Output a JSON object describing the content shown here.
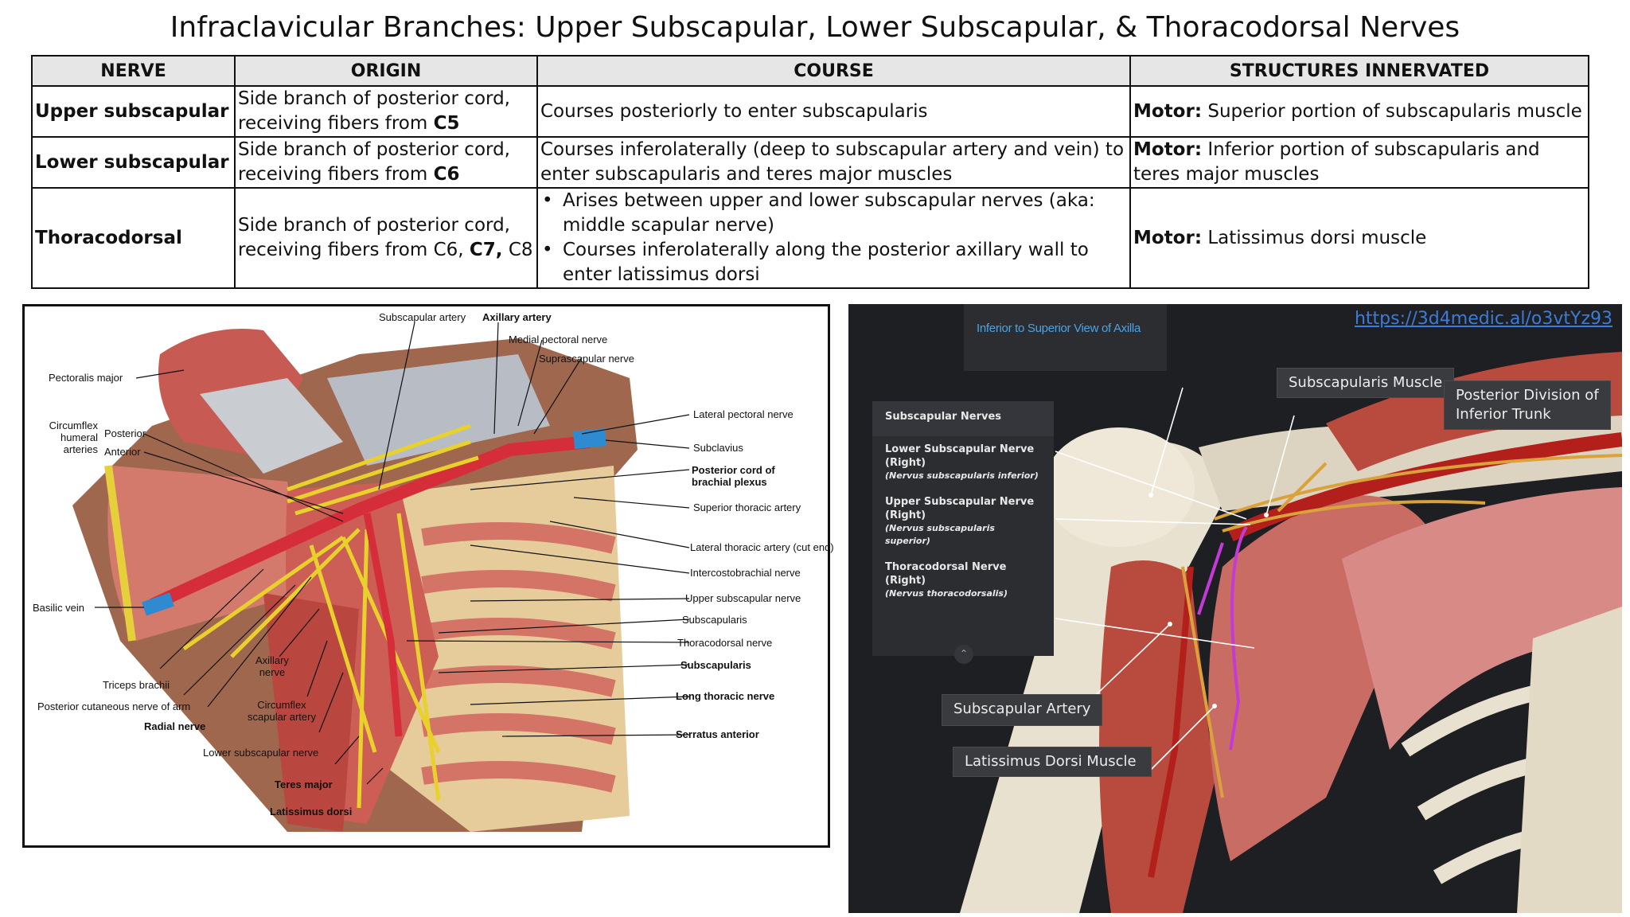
{
  "page": {
    "title": "Infraclavicular Branches: Upper Subscapular, Lower Subscapular, & Thoracodorsal Nerves"
  },
  "table": {
    "headers": [
      "NERVE",
      "ORIGIN",
      "COURSE",
      "STRUCTURES INNERVATED"
    ],
    "rows": [
      {
        "nerve": "Upper subscapular",
        "origin_pre": "Side branch of posterior cord, receiving fibers from ",
        "origin_bold": "C5",
        "course": "Courses posteriorly to enter subscapularis",
        "motor_label": "Motor:",
        "innervated": " Superior portion of subscapularis muscle"
      },
      {
        "nerve": "Lower subscapular",
        "origin_pre": "Side branch of posterior cord, receiving fibers from ",
        "origin_bold": "C6",
        "course": "Courses inferolaterally (deep to subscapular artery and vein) to enter subscapularis and teres major muscles",
        "motor_label": "Motor:",
        "innervated": " Inferior portion of subscapularis and teres major muscles"
      },
      {
        "nerve": "Thoracodorsal",
        "origin_pre": "Side branch of posterior cord, receiving fibers from C6, ",
        "origin_bold": "C7,",
        "origin_post": " C8",
        "course_bullets": [
          "Arises between upper and lower subscapular nerves (aka: middle scapular nerve)",
          "Courses inferolaterally along the posterior axillary wall to enter latissimus dorsi"
        ],
        "motor_label": "Motor:",
        "innervated": " Latissimus dorsi muscle"
      }
    ]
  },
  "illustration": {
    "labels": {
      "subscapular_artery": "Subscapular artery",
      "axillary_artery": "Axillary artery",
      "medial_pectoral_nerve": "Medial pectoral nerve",
      "suprascapular_nerve": "Suprascapular nerve",
      "pectoralis_major": "Pectoralis major",
      "circumflex_humeral_arteries": "Circumflex\nhumeral\narteries",
      "posterior": "Posterior",
      "anterior": "Anterior",
      "lateral_pectoral_nerve": "Lateral pectoral nerve",
      "subclavius": "Subclavius",
      "posterior_cord": "Posterior cord of\nbrachial plexus",
      "superior_thoracic_artery": "Superior thoracic artery",
      "lateral_thoracic_artery": "Lateral thoracic artery (cut end)",
      "intercostobrachial_nerve": "Intercostobrachial nerve",
      "upper_subscapular_nerve": "Upper subscapular nerve",
      "subscapularis": "Subscapularis",
      "thoracodorsal_nerve": "Thoracodorsal nerve",
      "subscapularis_bold": "Subscapularis",
      "long_thoracic_nerve": "Long thoracic nerve",
      "serratus_anterior": "Serratus anterior",
      "basilic_vein": "Basilic vein",
      "triceps_brachii": "Triceps brachii",
      "posterior_cutaneous_nerve": "Posterior cutaneous nerve of arm",
      "radial_nerve": "Radial nerve",
      "axillary_nerve": "Axillary\nnerve",
      "circumflex_scapular_artery": "Circumflex\nscapular artery",
      "lower_subscapular_nerve": "Lower subscapular nerve",
      "teres_major": "Teres major",
      "latissimus_dorsi": "Latissimus dorsi"
    }
  },
  "screenshot3d": {
    "view_label": "Inferior to Superior View of Axilla",
    "link": "https://3d4medic.al/o3vtYz93",
    "panel": {
      "header": "Subscapular Nerves",
      "items": [
        {
          "name": "Lower Subscapular Nerve (Right)",
          "latin": "(Nervus subscapularis inferior)"
        },
        {
          "name": "Upper Subscapular Nerve (Right)",
          "latin": "(Nervus subscapularis superior)"
        },
        {
          "name": "Thoracodorsal Nerve (Right)",
          "latin": "(Nervus thoracodorsalis)"
        }
      ]
    },
    "tags": {
      "subscapularis_muscle": "Subscapularis Muscle",
      "posterior_division": "Posterior Division of Inferior Trunk",
      "subscapular_artery": "Subscapular Artery",
      "latissimus_dorsi": "Latissimus Dorsi Muscle"
    },
    "colors": {
      "nerve": "#d9a23a",
      "highlight_nerve": "#c43ad9",
      "artery": "#b3201c",
      "bone": "#e9e1cf",
      "muscle": "#b84a3e",
      "background": "#1e1f22"
    }
  }
}
